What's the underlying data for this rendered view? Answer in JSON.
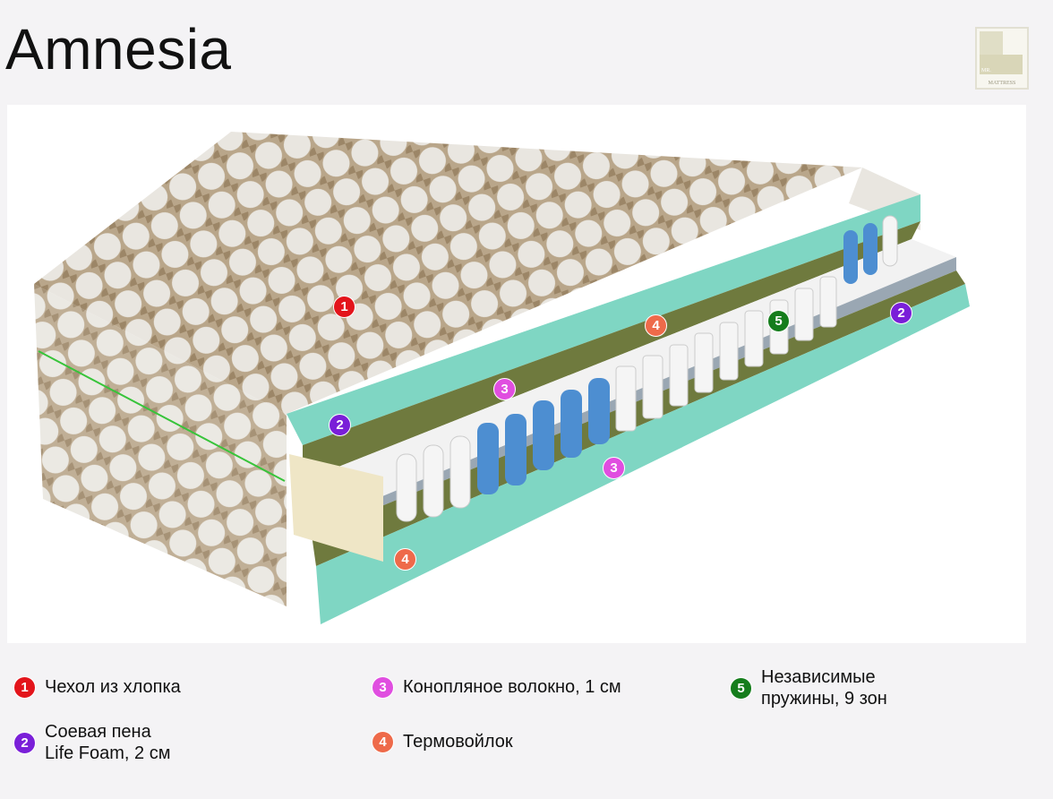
{
  "title": "Amnesia",
  "logo": {
    "line1": "MR.",
    "line2": "MATTRESS"
  },
  "colors": {
    "1": "#e3141b",
    "2": "#7a1fd8",
    "3": "#e04ee0",
    "4": "#ee6a4a",
    "5": "#157d1c"
  },
  "markers": [
    {
      "num": "1"
    },
    {
      "num": "2"
    },
    {
      "num": "2"
    },
    {
      "num": "3"
    },
    {
      "num": "3"
    },
    {
      "num": "4"
    },
    {
      "num": "4"
    },
    {
      "num": "5"
    }
  ],
  "legend": [
    {
      "num": "1",
      "line1": "Чехол из хлопка",
      "line2": ""
    },
    {
      "num": "2",
      "line1": "Соевая пена",
      "line2": "Life Foam, 2 см"
    },
    {
      "num": "3",
      "line1": "Конопляное волокно, 1 см",
      "line2": ""
    },
    {
      "num": "4",
      "line1": "Термовойлок",
      "line2": ""
    },
    {
      "num": "5",
      "line1": "Независимые",
      "line2": "пружины, 9 зон"
    }
  ]
}
